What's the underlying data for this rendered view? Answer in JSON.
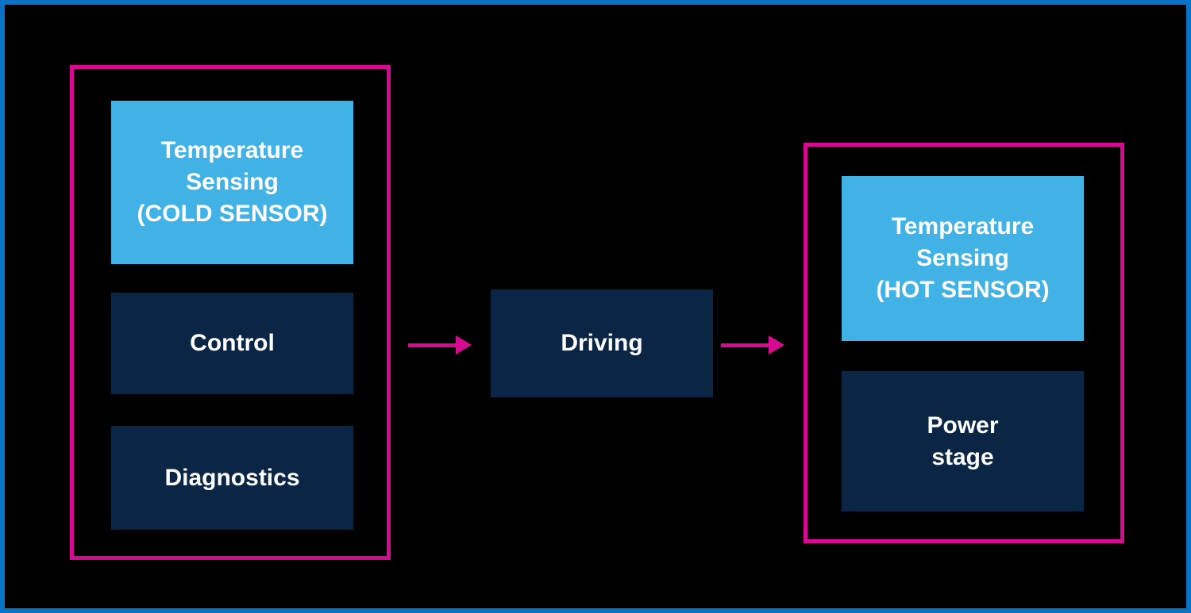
{
  "colors": {
    "canvas_bg": "#000000",
    "frame_border": "#0873C5",
    "group_border": "#D80A92",
    "arrow": "#D80A92",
    "block_light": "#41B2E5",
    "block_dark": "#0A2644",
    "text_color": "#FFFFFF"
  },
  "blocks": {
    "cold_sensor": {
      "label": "Temperature\nSensing\n(COLD SENSOR)"
    },
    "control": {
      "label": "Control"
    },
    "diagnostics": {
      "label": "Diagnostics"
    },
    "driving": {
      "label": "Driving"
    },
    "hot_sensor": {
      "label": "Temperature\nSensing\n(HOT SENSOR)"
    },
    "power_stage": {
      "label": "Power\nstage"
    }
  }
}
